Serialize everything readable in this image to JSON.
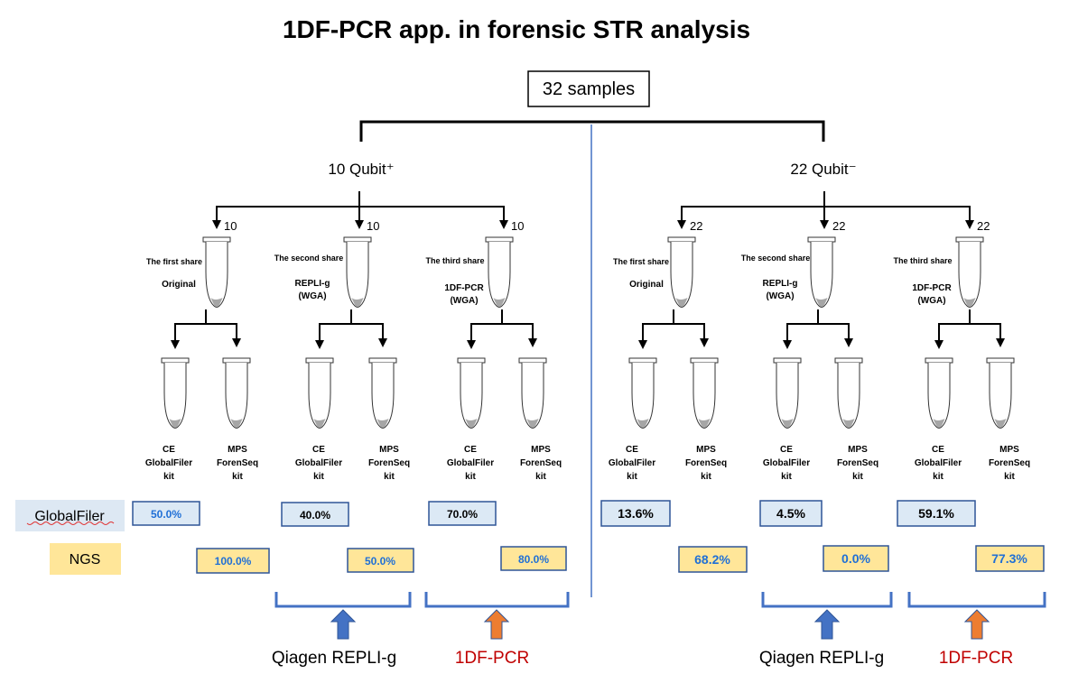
{
  "title": "1DF-PCR app. in forensic STR analysis",
  "root_label": "32 samples",
  "groups": [
    {
      "label": "10 Qubit⁺",
      "shares": [
        {
          "count": "10",
          "title": "The first share",
          "method": [
            "Original"
          ],
          "ce_pct": "50.0%",
          "ngs_pct": "100.0%"
        },
        {
          "count": "10",
          "title": "The second share",
          "method": [
            "REPLI-g",
            "(WGA)"
          ],
          "ce_pct": "40.0%",
          "ngs_pct": "50.0%"
        },
        {
          "count": "10",
          "title": "The third share",
          "method": [
            "1DF-PCR",
            "(WGA)"
          ],
          "ce_pct": "70.0%",
          "ngs_pct": "80.0%"
        }
      ]
    },
    {
      "label": "22 Qubit⁻",
      "shares": [
        {
          "count": "22",
          "title": "The first share",
          "method": [
            "Original"
          ],
          "ce_pct": "13.6%",
          "ngs_pct": "68.2%"
        },
        {
          "count": "22",
          "title": "The second share",
          "method": [
            "REPLI-g",
            "(WGA)"
          ],
          "ce_pct": "4.5%",
          "ngs_pct": "0.0%"
        },
        {
          "count": "22",
          "title": "The third share",
          "method": [
            "1DF-PCR",
            "(WGA)"
          ],
          "ce_pct": "59.1%",
          "ngs_pct": "77.3%"
        }
      ]
    }
  ],
  "kits": {
    "ce": [
      "CE",
      "GlobalFiler",
      "kit"
    ],
    "mps": [
      "MPS",
      "ForenSeq",
      "kit"
    ]
  },
  "row_labels": {
    "globalfiler": "GlobalFiler",
    "ngs": "NGS"
  },
  "bottom_labels": {
    "repli": "Qiagen REPLI-g",
    "dfpcr": "1DF-PCR"
  },
  "colors": {
    "ce_box_fill": "#dce9f5",
    "ce_box_border": "#2f5597",
    "ngs_box_fill": "#ffe699",
    "ngs_box_border": "#2f5597",
    "pct_text": "#1f6fd6",
    "bracket": "#4472c4",
    "divider": "#4472c4",
    "arrow_blue": "#4472c4",
    "arrow_orange": "#ed7d31",
    "red_label": "#c00000",
    "globalfiler_label_bg": "#dde8f3",
    "ngs_label_bg": "#ffe699"
  }
}
